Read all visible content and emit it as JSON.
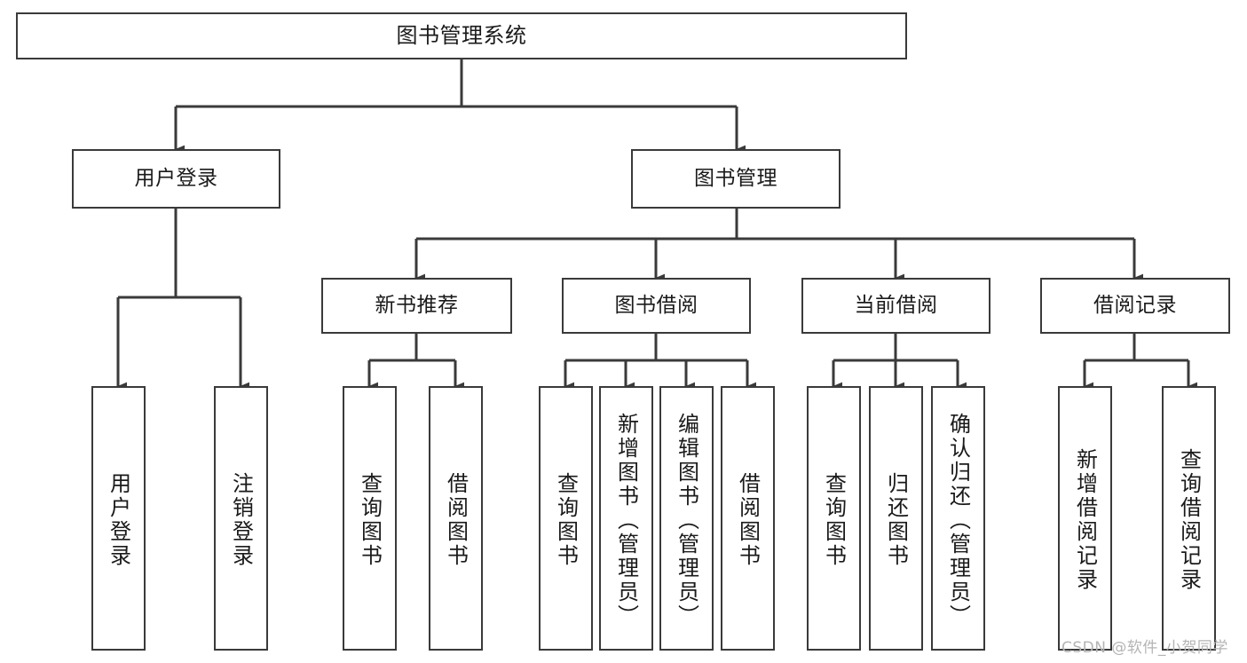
{
  "diagram": {
    "title": "图书管理系统",
    "type": "tree-hierarchy",
    "colors": {
      "stroke": "#3a3a3a",
      "fill": "#ffffff",
      "text": "#1a1a1a",
      "watermark": "#b4b4b4"
    }
  },
  "root": {
    "label": "图书管理系统"
  },
  "level2": [
    {
      "label": "用户登录"
    },
    {
      "label": "图书管理"
    }
  ],
  "level3": [
    {
      "label": "新书推荐"
    },
    {
      "label": "图书借阅"
    },
    {
      "label": "当前借阅"
    },
    {
      "label": "借阅记录"
    }
  ],
  "leaves": {
    "user_login": [
      {
        "label": "用户登录"
      },
      {
        "label": "注销登录"
      }
    ],
    "new_book_recommend": [
      {
        "label": "查询图书"
      },
      {
        "label": "借阅图书"
      }
    ],
    "book_borrow": [
      {
        "label": "查询图书"
      },
      {
        "label": "新增图书（管理员）"
      },
      {
        "label": "编辑图书（管理员）"
      },
      {
        "label": "借阅图书"
      }
    ],
    "current_borrow": [
      {
        "label": "查询图书"
      },
      {
        "label": "归还图书"
      },
      {
        "label": "确认归还（管理员）"
      }
    ],
    "borrow_record": [
      {
        "label": "新增借阅记录"
      },
      {
        "label": "查询借阅记录"
      }
    ]
  },
  "watermark": {
    "text": "CSDN @软件_小贺同学"
  }
}
